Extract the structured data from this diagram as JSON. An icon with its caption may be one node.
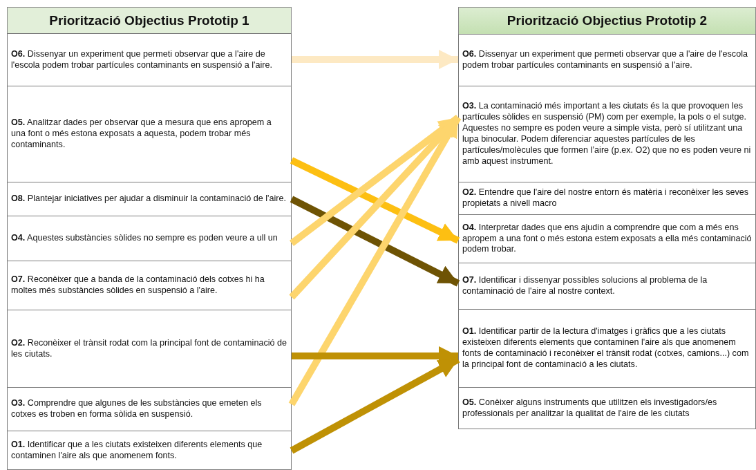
{
  "diagram": {
    "nodes": [
      {
        "text": [
          "Priorització Objectius Prototip 1"
        ]
      },
      {
        "text": [
          "**O6.** Dissenyar un experiment que permeti observar que a l'aire de l'escola podem trobar partícules contaminants en suspensió a l'aire."
        ]
      },
      {
        "text": [
          "**O5.** Analitzar dades per observar que a mesura que ens apropem a una font o més estona exposats a aquesta, podem trobar més contaminants."
        ]
      },
      {
        "text": [
          "**O8.** Plantejar iniciatives per ajudar a disminuir la contaminació de l'aire."
        ]
      },
      {
        "text": [
          "**O4.** Aquestes substàncies sòlides no sempre es poden veure a ull un"
        ]
      },
      {
        "text": [
          "**O7.** Reconèixer que a banda de la contaminació dels cotxes hi ha moltes més substàncies sòlides en suspensió a l'aire."
        ]
      },
      {
        "text": [
          "**O2.** Reconèixer el trànsit rodat com la principal font de contaminació de les ciutats."
        ]
      },
      {
        "text": [
          "**O3.** Comprendre que algunes de les substàncies que emeten els cotxes es troben en forma sòlida en suspensió."
        ]
      },
      {
        "text": [
          "**O1.** Identificar que a les ciutats existeixen diferents elements que contaminen l'aire als que  anomenem fonts."
        ]
      },
      {
        "text": [
          "Priorització Objectius Prototip 2"
        ]
      },
      {
        "text": [
          "**O6.** Dissenyar un experiment que permeti observar que a l'aire de l'escola podem trobar partícules contaminants en suspensió a l'aire."
        ]
      },
      {
        "text": [
          "**O3.** La contaminació més important a les ciutats és la que provoquen les partícules sòlides en suspensió (PM) com per exemple, la pols o el sutge. Aquestes no sempre es poden veure a simple vista, però sí utilitzant una lupa binocular. Podem diferenciar aquestes partícules de les partícules/molècules que formen l’aire (p.ex. O2) que no es poden veure ni amb aquest instrument."
        ]
      },
      {
        "text": [
          "**O2.** Entendre que l'aire del nostre entorn és matèria i reconèixer les seves propietats a nivell macro"
        ]
      },
      {
        "text": [
          "**O4.** Interpretar dades que ens ajudin a comprendre que com a més ens apropem a una font o més estona estem exposats a ella més contaminació podem trobar."
        ]
      },
      {
        "text": [
          "**O7.** Identificar i dissenyar possibles solucions al problema de la contaminació de l'aire al nostre context."
        ]
      },
      {
        "text": [
          "**O1.** Identificar  partir de la lectura d'imatges i gràfics que a les ciutats existeixen diferents elements que contaminen l'aire als que anomenem fonts de contaminació i  reconèixer el trànsit rodat (cotxes, camions...) com la principal font de contaminació a les ciutats."
        ]
      },
      {
        "text": [
          "**O5.** Conèixer alguns instruments que utilitzen els investigadors/es professionals per analitzar la qualitat de l'aire de les ciutats"
        ]
      }
    ],
    "edges": [
      {
        "from": 1,
        "to": 10,
        "arrow": "to",
        "color": "#fde9c3"
      },
      {
        "from": 2,
        "to": 13,
        "arrow": "to",
        "color": "#fdbf12"
      },
      {
        "from": 3,
        "to": 14,
        "arrow": "to",
        "color": "#6e5304"
      },
      {
        "from": 4,
        "to": 11,
        "arrow": "to",
        "color": "#fdd56d"
      },
      {
        "from": 5,
        "to": 11,
        "arrow": "to",
        "color": "#fdd56d"
      },
      {
        "from": 7,
        "to": 11,
        "arrow": "to",
        "color": "#fdd56d"
      },
      {
        "from": 6,
        "to": 15,
        "arrow": "to",
        "color": "#bf9105"
      },
      {
        "from": 8,
        "to": 15,
        "arrow": "to",
        "color": "#bf9105"
      }
    ]
  }
}
